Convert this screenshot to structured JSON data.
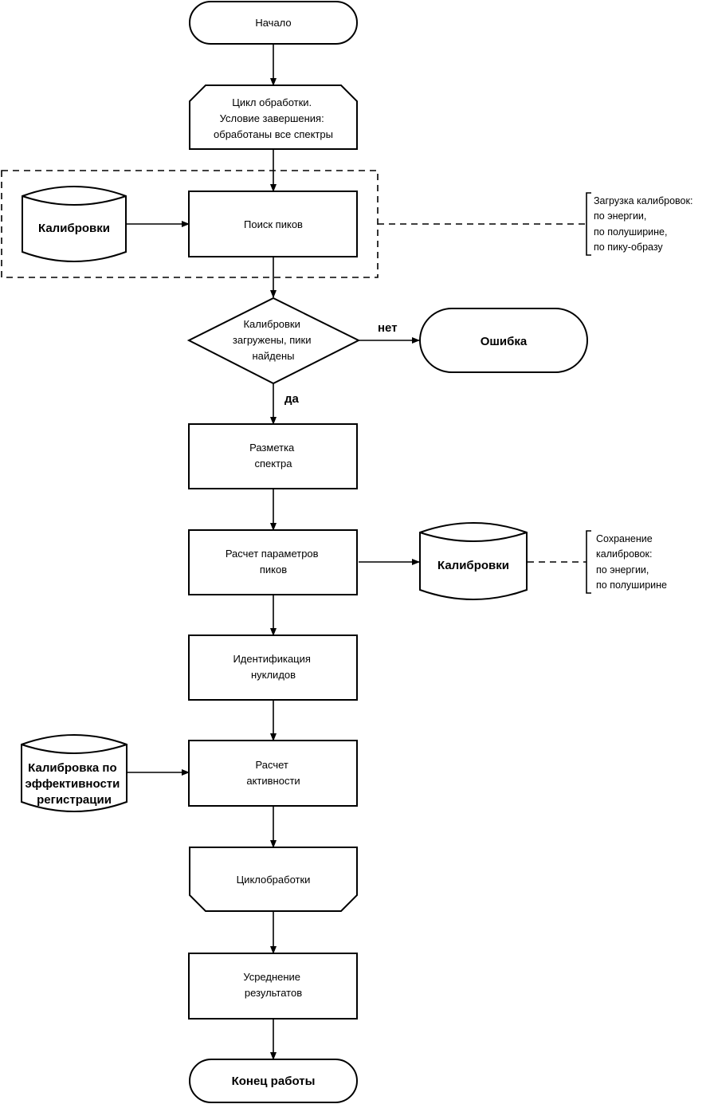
{
  "nodes": {
    "start": [
      "Начало"
    ],
    "loop_start": [
      "Цикл обработки.",
      "Условие завершения:",
      "обработаны все спектры"
    ],
    "calibrations_db": [
      "Калибровки"
    ],
    "peak_search": [
      "Поиск пиков"
    ],
    "decision": [
      "Калибровки",
      "загружены, пики",
      "найдены"
    ],
    "error": [
      "Ошибка"
    ],
    "markup": [
      "Разметка",
      "спектра"
    ],
    "peak_params": [
      "Расчет параметров",
      "пиков"
    ],
    "save_calibrations_db": [
      "Калибровки"
    ],
    "nuclide_id": [
      "Идентификация",
      "нуклидов"
    ],
    "efficiency_db": [
      "Калибровка по",
      "эффективности",
      "регистрации"
    ],
    "activity": [
      "Расчет",
      "активности"
    ],
    "loop_end": [
      "Циклобработки"
    ],
    "averaging": [
      "Усреднение",
      "результатов"
    ],
    "end": [
      "Конец работы"
    ]
  },
  "edge_labels": {
    "no": "нет",
    "yes": "да"
  },
  "annotations": {
    "load_calibrations": [
      "Загрузка калибровок:",
      "по энергии,",
      "по полуширине,",
      "по пику-образу"
    ],
    "save_calibrations": [
      "Сохранение",
      "калибровок:",
      "по энергии,",
      "по полуширине"
    ]
  }
}
